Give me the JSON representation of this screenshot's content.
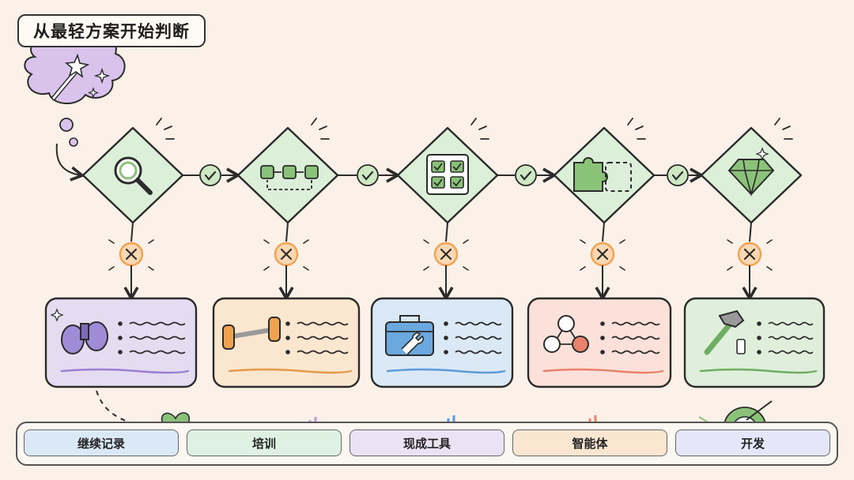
{
  "title": "从最轻方案开始判断",
  "options": [
    {
      "id": "continue",
      "label": "继续记录",
      "color": "#dbe9f7",
      "step_icon": "magnifier-icon",
      "card_icon": "binoculars-icon",
      "card_color": "#e6dcf2",
      "underline": "#9a7fd0"
    },
    {
      "id": "training",
      "label": "培训",
      "color": "#def1e3",
      "step_icon": "process-flow-icon",
      "card_icon": "dumbbell-icon",
      "card_color": "#fbe6cf",
      "underline": "#e59a4a"
    },
    {
      "id": "existing-tools",
      "label": "现成工具",
      "color": "#ece2f6",
      "step_icon": "checklist-icon",
      "card_icon": "toolbox-icon",
      "card_color": "#dbe8f6",
      "underline": "#5b9bd8"
    },
    {
      "id": "agent",
      "label": "智能体",
      "color": "#fbe6d2",
      "step_icon": "puzzle-icon",
      "card_icon": "network-nodes-icon",
      "card_color": "#fbe1d9",
      "underline": "#e8826a"
    },
    {
      "id": "develop",
      "label": "开发",
      "color": "#e5e7f8",
      "step_icon": "diamond-gem-icon",
      "card_icon": "hammer-icon",
      "card_color": "#e0efdb",
      "underline": "#6fae62"
    }
  ],
  "colors": {
    "background": "#fbf1e8",
    "step_fill": "#dcefd8",
    "check": "#8bc27a",
    "reject": "#f4a24f",
    "stroke": "#2b2b2b"
  }
}
